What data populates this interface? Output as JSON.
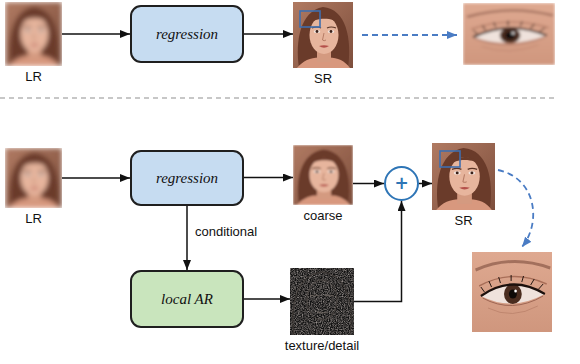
{
  "diagram": {
    "nodes": [
      {
        "text": [
          "LR"
        ]
      },
      {
        "text": [
          "regression"
        ]
      },
      {
        "text": [
          "SR"
        ]
      },
      {
        "text": [
          "LR"
        ]
      },
      {
        "text": [
          "regression"
        ]
      },
      {
        "text": [
          "coarse"
        ]
      },
      {
        "text": [
          "+"
        ]
      },
      {
        "text": [
          "SR"
        ]
      },
      {
        "text": [
          "local AR"
        ]
      },
      {
        "text": [
          "texture/detail"
        ]
      }
    ],
    "edges": [
      {
        "from": 0,
        "to": 1,
        "arrow": "to"
      },
      {
        "from": 1,
        "to": 2,
        "arrow": "to"
      },
      {
        "from": 3,
        "to": 4,
        "arrow": "to"
      },
      {
        "from": 4,
        "to": 5,
        "arrow": "to"
      },
      {
        "from": 5,
        "to": 6,
        "arrow": "to"
      },
      {
        "from": 6,
        "to": 7,
        "arrow": "to"
      },
      {
        "from": 4,
        "to": 8,
        "label": "conditional",
        "arrow": "to"
      },
      {
        "from": 8,
        "to": 9,
        "arrow": "to"
      },
      {
        "from": 9,
        "to": 6,
        "arrow": "to"
      }
    ]
  }
}
